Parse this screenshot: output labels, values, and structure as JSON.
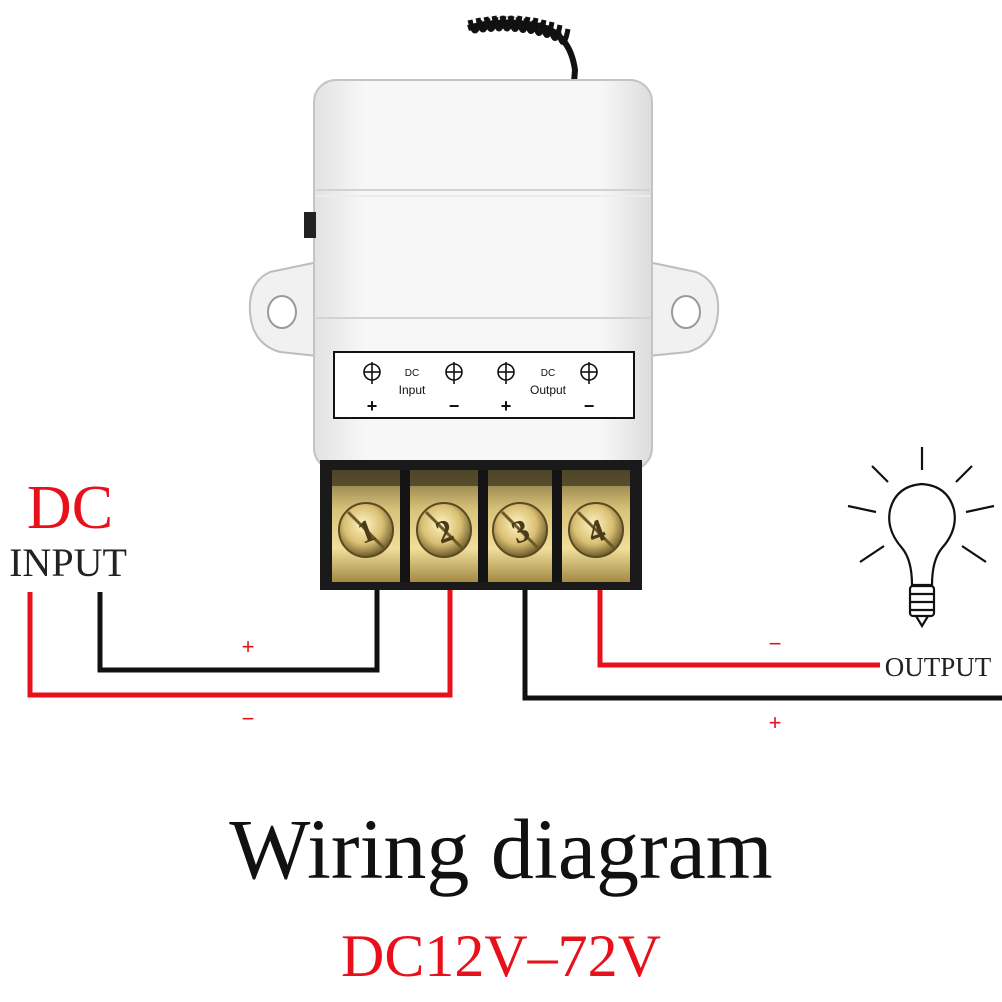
{
  "colors": {
    "red": "#e8101a",
    "black": "#111111",
    "housing": "#f4f4f4",
    "brass": "#c9b060"
  },
  "device": {
    "label_dc_left": "DC",
    "label_input": "Input",
    "label_dc_right": "DC",
    "label_output": "Output",
    "symbol_plus": "+",
    "symbol_minus": "−",
    "terminals": [
      "1",
      "2",
      "3",
      "4"
    ]
  },
  "input_label": {
    "line1": "DC",
    "line2": "INPUT"
  },
  "output_label": "OUTPUT",
  "wires": {
    "input_positive": "+",
    "input_negative": "−",
    "output_negative": "−",
    "output_positive": "+"
  },
  "icons": {
    "bulb": "light-bulb-icon",
    "antenna": "antenna-coil-icon"
  },
  "title": "Wiring diagram",
  "subtitle": "DC12V–72V"
}
